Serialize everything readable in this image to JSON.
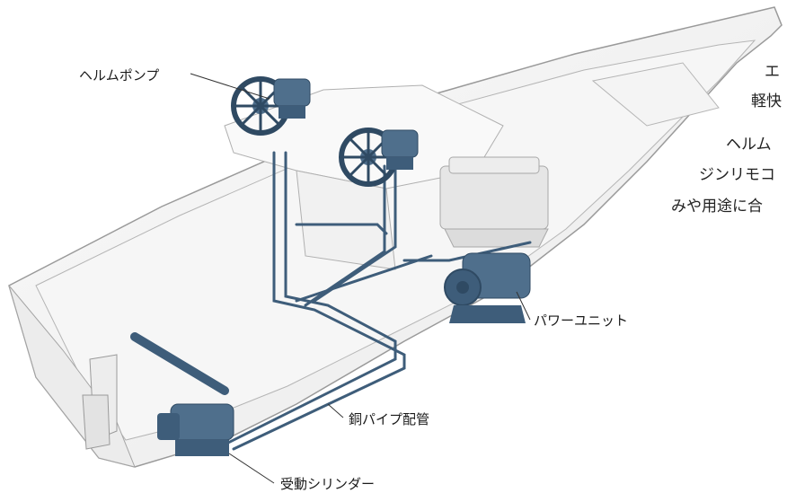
{
  "labels": {
    "helm_pump": "ヘルムポンプ",
    "power_unit": "パワーユニット",
    "copper_pipe": "銅パイプ配管",
    "cylinder": "受動シリンダー"
  },
  "side_text": {
    "line1": "エ",
    "line2": "軽快",
    "line3": "ヘルム",
    "line4": "ジンリモコ",
    "line5": "みや用途に合"
  },
  "colors": {
    "hull_fill": "#f3f3f3",
    "hull_stroke": "#9a9a9a",
    "component": "#4f6f8c",
    "component_dark": "#2f4a63",
    "pipe": "#3e5d7a",
    "engine": "#e6e6e6"
  }
}
